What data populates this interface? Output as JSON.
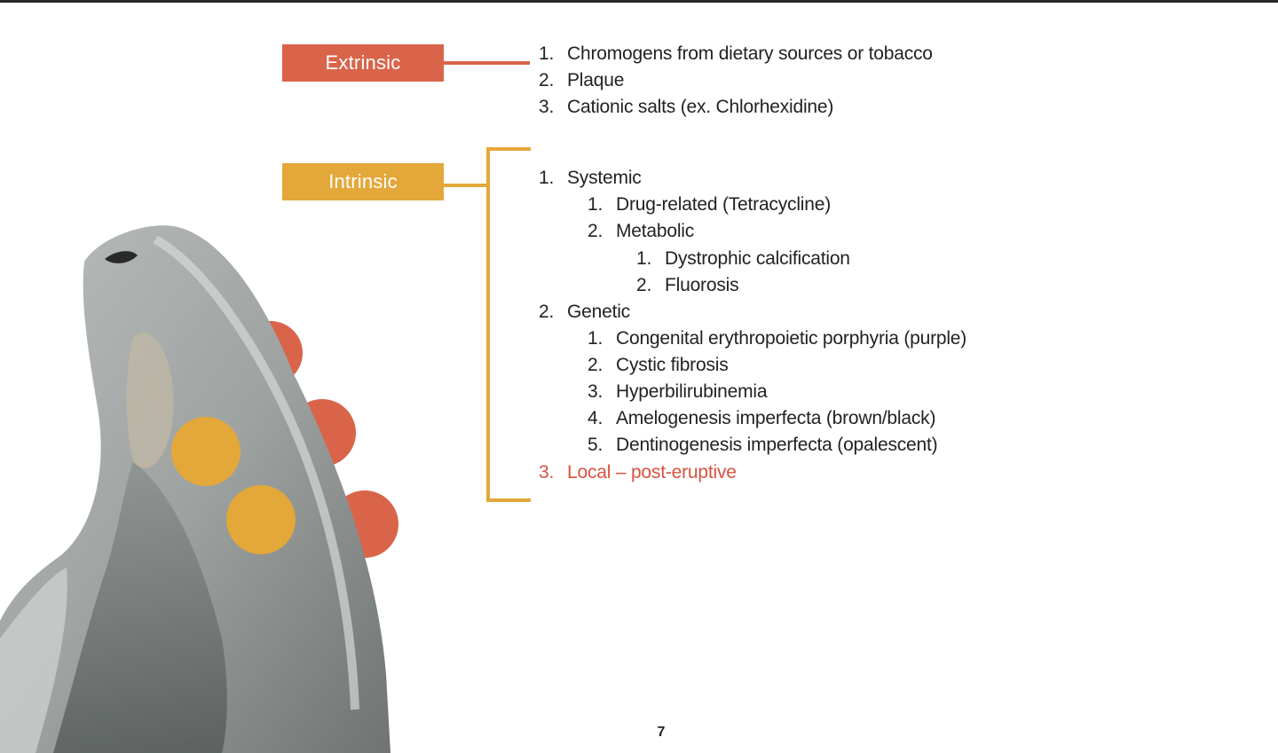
{
  "colors": {
    "extrinsic": "#d9644a",
    "intrinsic": "#e4a73a",
    "highlight": "#d9503f",
    "text": "#222222"
  },
  "categories": {
    "extrinsic": "Extrinsic",
    "intrinsic": "Intrinsic"
  },
  "extrinsic_items": [
    {
      "num": "1.",
      "text": "Chromogens from dietary sources or tobacco"
    },
    {
      "num": "2.",
      "text": "Plaque"
    },
    {
      "num": "3.",
      "text": "Cationic salts (ex. Chlorhexidine)"
    }
  ],
  "intrinsic_items": [
    {
      "num": "1.",
      "text": "Systemic"
    },
    {
      "num": "1.",
      "text": "Drug-related (Tetracycline)"
    },
    {
      "num": "2.",
      "text": "Metabolic"
    },
    {
      "num": "1.",
      "text": "Dystrophic calcification"
    },
    {
      "num": "2.",
      "text": "Fluorosis"
    },
    {
      "num": "2.",
      "text": "Genetic"
    },
    {
      "num": "1.",
      "text": "Congenital erythropoietic porphyria (purple)"
    },
    {
      "num": "2.",
      "text": "Cystic fibrosis"
    },
    {
      "num": "3.",
      "text": "Hyperbilirubinemia"
    },
    {
      "num": "4.",
      "text": "Amelogenesis imperfecta (brown/black)"
    },
    {
      "num": "5.",
      "text": "Dentinogenesis imperfecta (opalescent)"
    },
    {
      "num": "3.",
      "text": "Local – post-eruptive"
    }
  ],
  "page_number": "7"
}
